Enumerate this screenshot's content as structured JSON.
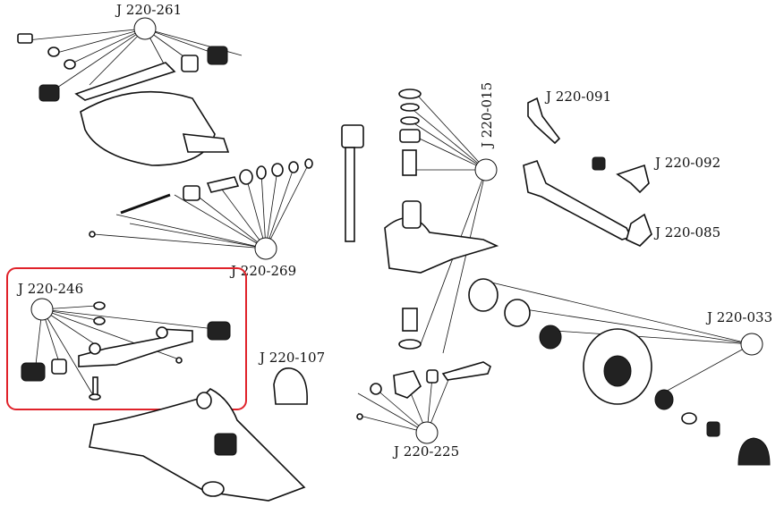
{
  "diagram": {
    "highlight_color": "#e0222a",
    "groups": [
      {
        "id": "j220-261",
        "label": "J 220-261"
      },
      {
        "id": "j220-015",
        "label": "J 220-015"
      },
      {
        "id": "j220-091",
        "label": "J 220-091"
      },
      {
        "id": "j220-092",
        "label": "J 220-092"
      },
      {
        "id": "j220-085",
        "label": "J 220-085"
      },
      {
        "id": "j220-269",
        "label": "J 220-269"
      },
      {
        "id": "j220-246",
        "label": "J 220-246",
        "highlighted": true
      },
      {
        "id": "j220-107",
        "label": "J 220-107"
      },
      {
        "id": "j220-033",
        "label": "J 220-033"
      },
      {
        "id": "j220-225",
        "label": "J 220-225"
      }
    ]
  }
}
